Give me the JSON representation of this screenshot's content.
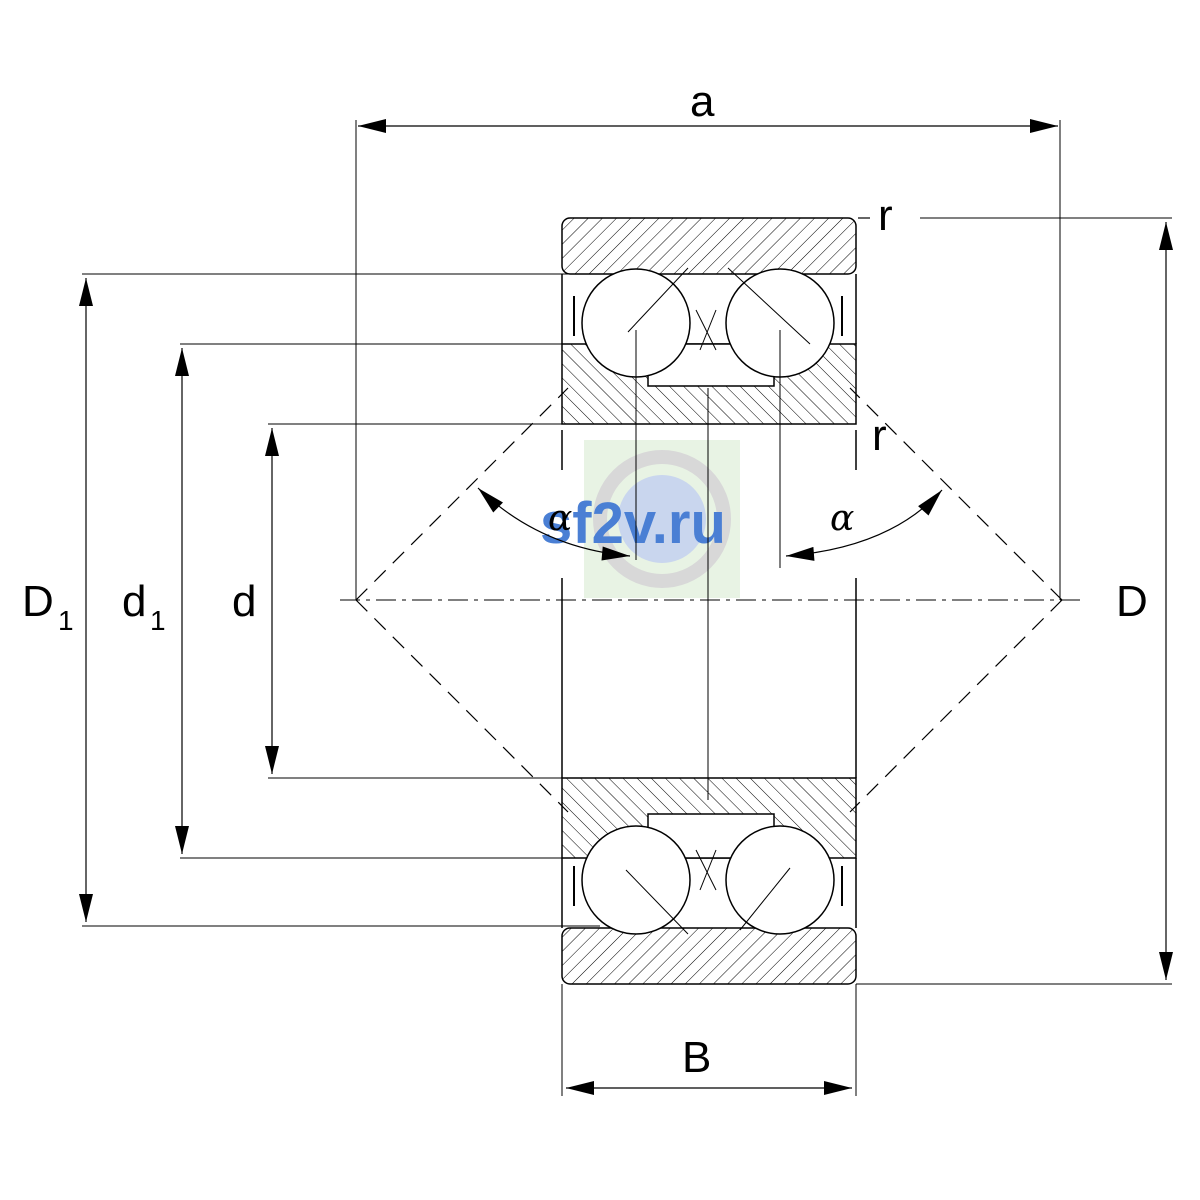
{
  "labels": {
    "a": "a",
    "r_top": "r",
    "r_mid": "r",
    "D": "D",
    "D1_main": "D",
    "D1_sub": "1",
    "d1_main": "d",
    "d1_sub": "1",
    "d": "d",
    "B": "B",
    "alpha_left": "α",
    "alpha_right": "α"
  },
  "watermark": {
    "text": "sf2v.ru"
  },
  "colors": {
    "line": "#000000",
    "watermark_text": "#4a7fd4",
    "watermark_bg": "#e8f3e4"
  }
}
